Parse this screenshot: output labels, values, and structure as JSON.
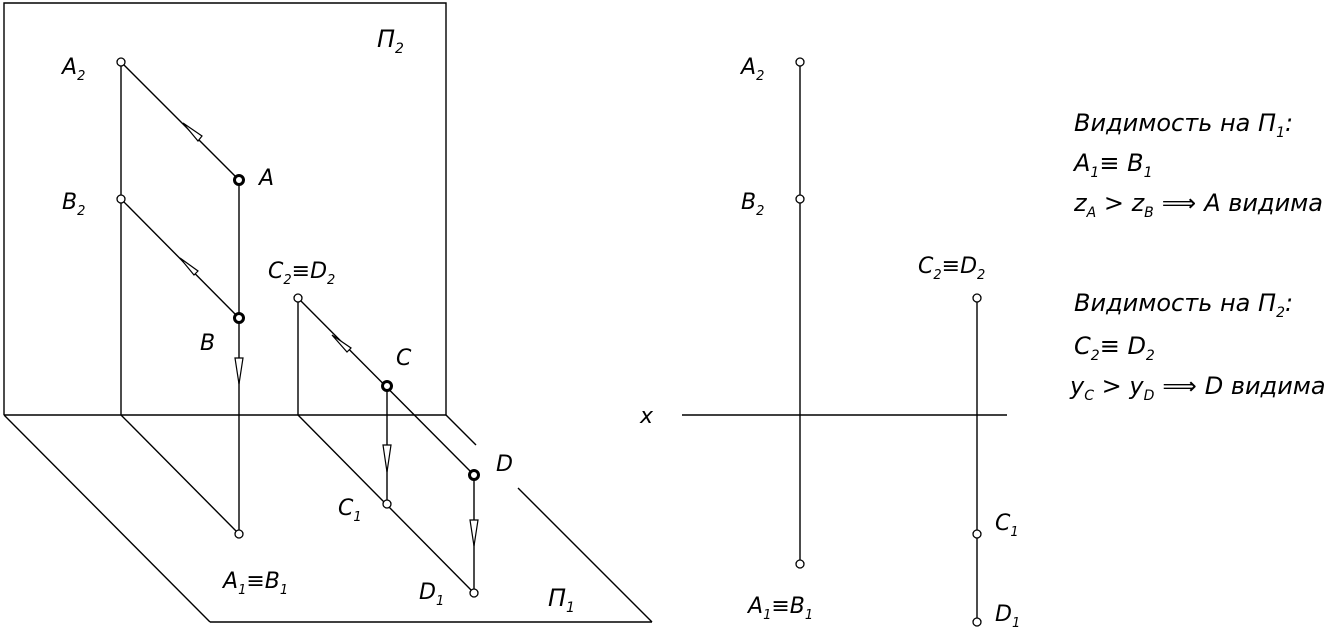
{
  "plane_labels": {
    "p2": {
      "main": "П",
      "sub": "2"
    },
    "p1": {
      "main": "П",
      "sub": "1"
    }
  },
  "axis_label": "x",
  "left_view": {
    "labels": {
      "a2": {
        "main": "A",
        "sub": "2"
      },
      "b2": {
        "main": "B",
        "sub": "2"
      },
      "a": {
        "main": "A"
      },
      "b": {
        "main": "B"
      },
      "c2d2": {
        "m1": "C",
        "s1": "2",
        "eq": "≡",
        "m2": "D",
        "s2": "2"
      },
      "c": {
        "main": "C"
      },
      "d": {
        "main": "D"
      },
      "c1": {
        "main": "C",
        "sub": "1"
      },
      "a1b1": {
        "m1": "A",
        "s1": "1",
        "eq": "≡",
        "m2": "B",
        "s2": "1"
      },
      "d1": {
        "main": "D",
        "sub": "1"
      }
    }
  },
  "right_view": {
    "labels": {
      "a2": {
        "main": "A",
        "sub": "2"
      },
      "b2": {
        "main": "B",
        "sub": "2"
      },
      "c2d2": {
        "m1": "C",
        "s1": "2",
        "eq": "≡",
        "m2": "D",
        "s2": "2"
      },
      "c1": {
        "main": "C",
        "sub": "1"
      },
      "a1b1": {
        "m1": "A",
        "s1": "1",
        "eq": "≡",
        "m2": "B",
        "s2": "1"
      },
      "d1": {
        "main": "D",
        "sub": "1"
      }
    }
  },
  "notes": {
    "vis1": {
      "title": "Видимость на ",
      "plane": "П",
      "plane_sub": "1",
      "colon": ":",
      "eq_m1": "A",
      "eq_s1": "1",
      "eq_sym": "≡ ",
      "eq_m2": "B",
      "eq_s2": "1",
      "cmp_m1": "z",
      "cmp_s1": "A",
      "cmp_op": " > ",
      "cmp_m2": "z",
      "cmp_s2": "B",
      "implies": "⟹",
      "result": "A видима"
    },
    "vis2": {
      "title": "Видимость на ",
      "plane": "П",
      "plane_sub": "2",
      "colon": ":",
      "eq_m1": "C",
      "eq_s1": "2",
      "eq_sym": "≡ ",
      "eq_m2": "D",
      "eq_s2": "2",
      "cmp_m1": "y",
      "cmp_s1": "C",
      "cmp_op": " > ",
      "cmp_m2": "y",
      "cmp_s2": "D",
      "implies": "⟹",
      "result": "D видима"
    }
  }
}
